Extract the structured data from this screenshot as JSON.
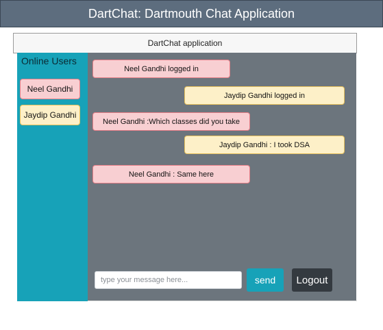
{
  "app": {
    "title": "DartChat: Dartmouth Chat Application"
  },
  "panel": {
    "header": "DartChat application"
  },
  "sidebar": {
    "title": "Online Users",
    "users": [
      {
        "name": "Neel Gandhi",
        "color": "#f8cfd2"
      },
      {
        "name": "Jaydip Gandhi",
        "color": "#fdf0c8"
      }
    ]
  },
  "messages": [
    {
      "text": "Neel Gandhi logged in",
      "side": "left",
      "color": "#f8cfd2"
    },
    {
      "text": "Jaydip Gandhi logged in",
      "side": "right",
      "color": "#fdf0c8"
    },
    {
      "text": "Neel Gandhi :Which classes did you take",
      "side": "left",
      "color": "#f8cfd2"
    },
    {
      "text": "Jaydip Gandhi : I took DSA",
      "side": "right",
      "color": "#fdf0c8"
    },
    {
      "text": "Neel Gandhi : Same here",
      "side": "left",
      "color": "#f8cfd2"
    }
  ],
  "composer": {
    "placeholder": "type your message here...",
    "value": "",
    "send_label": "send",
    "logout_label": "Logout"
  },
  "colors": {
    "topbar": "#5d6d7e",
    "sidebar": "#17a2b8",
    "chat_bg": "#6c757d",
    "send_button": "#17a2b8",
    "logout_button": "#343a40"
  }
}
